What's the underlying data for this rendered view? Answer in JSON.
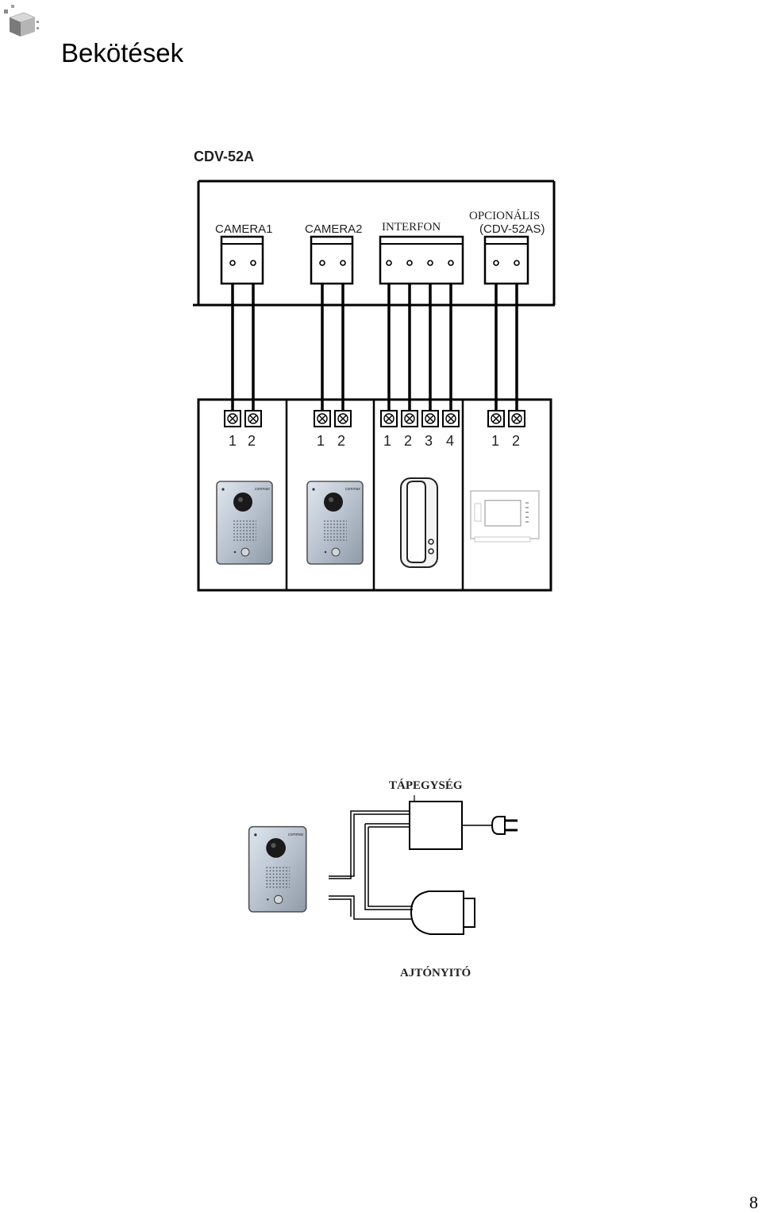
{
  "page": {
    "title": "Bekötések",
    "number": "8"
  },
  "diagram1": {
    "model_label": "CDV-52A",
    "ports": [
      {
        "label": "CAMERA1"
      },
      {
        "label": "CAMERA2"
      },
      {
        "label": "INTERFON"
      },
      {
        "label": "OPCIONÁLIS",
        "sublabel": "(CDV-52AS)"
      }
    ],
    "terminals": {
      "camera1": [
        "1",
        "2"
      ],
      "camera2": [
        "1",
        "2"
      ],
      "interfon": [
        "1",
        "2",
        "3",
        "4"
      ],
      "optional": [
        "1",
        "2"
      ]
    }
  },
  "diagram2": {
    "power_supply_label": "TÁPEGYSÉG",
    "door_opener_label": "AJTÓNYITÓ"
  },
  "icons": [
    "cube-logo-icon",
    "door-camera-icon",
    "handset-icon",
    "monitor-icon",
    "power-plug-icon",
    "door-lock-icon"
  ]
}
